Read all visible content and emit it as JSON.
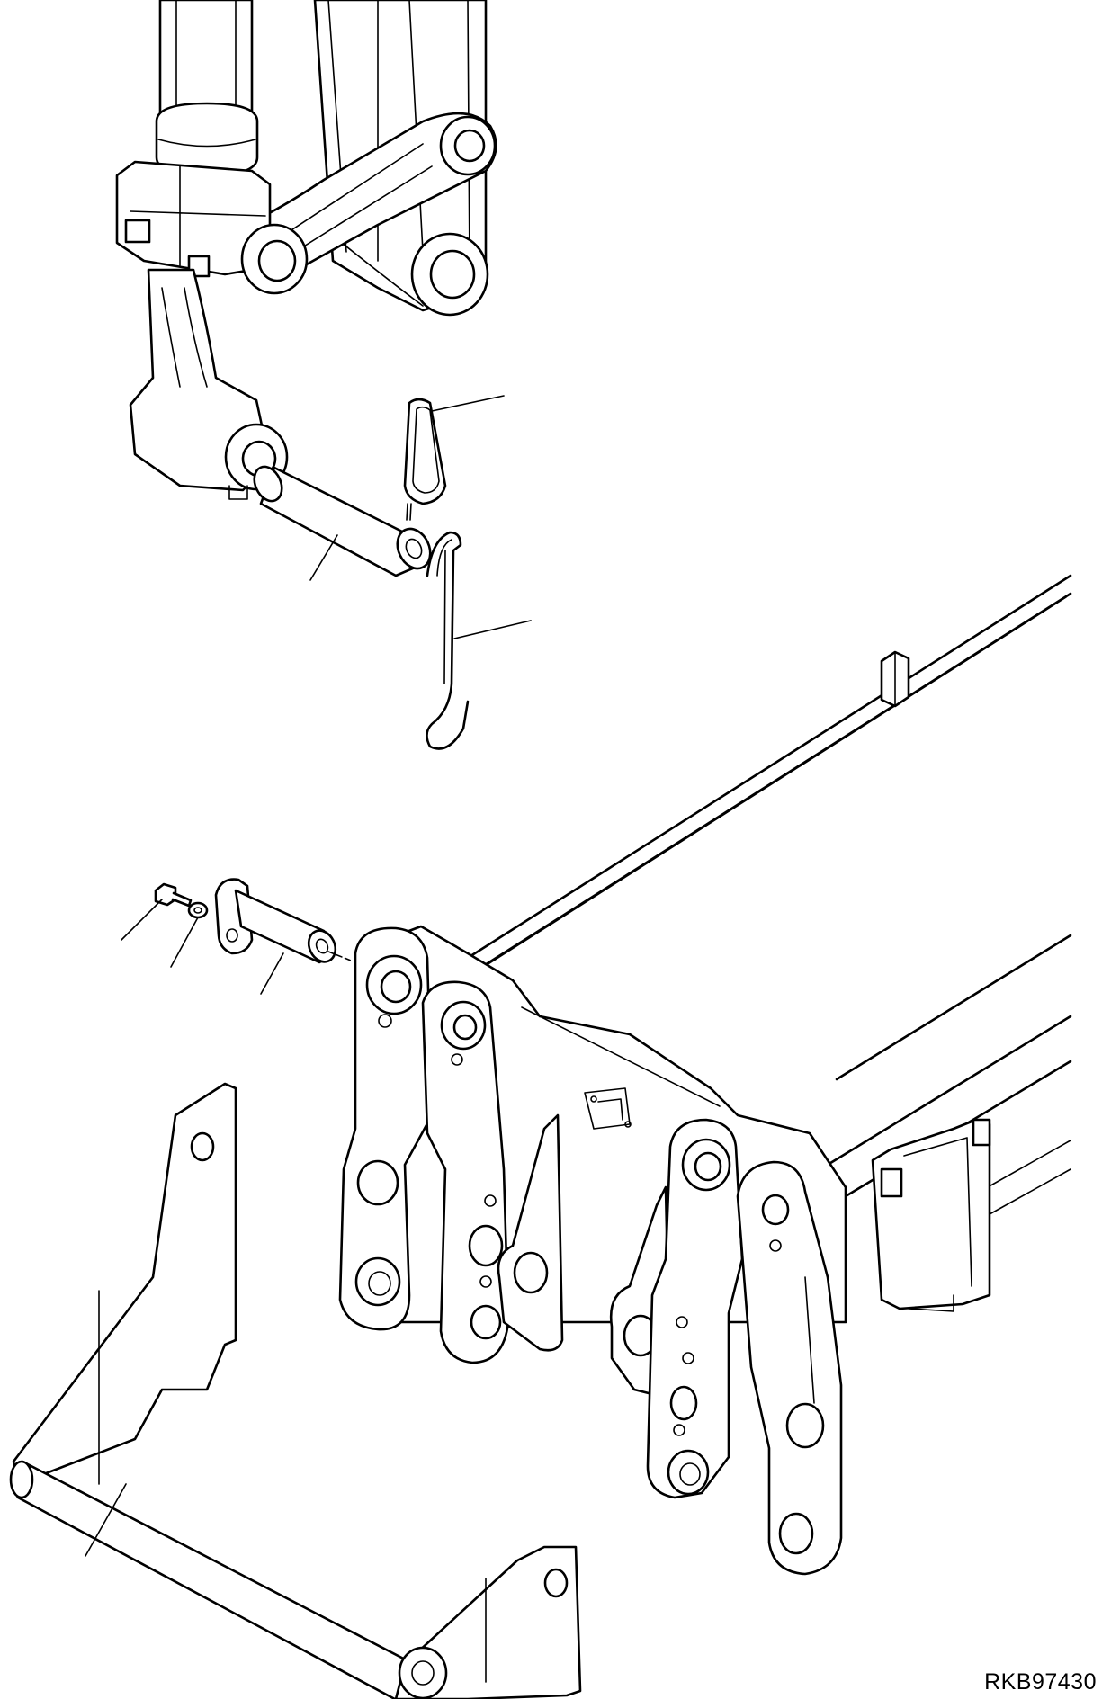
{
  "drawing": {
    "code": "RKB97430"
  },
  "parts": [
    {
      "name": "lift-cylinder-and-bellcrank",
      "icon": "cylinder-linkage-icon"
    },
    {
      "name": "link-pin",
      "icon": "pin-icon"
    },
    {
      "name": "lock-pin-clip",
      "icon": "clip-icon"
    },
    {
      "name": "retaining-hook-rod",
      "icon": "hook-rod-icon"
    },
    {
      "name": "flange-pin",
      "icon": "flange-pin-icon"
    },
    {
      "name": "bolt",
      "icon": "bolt-icon"
    },
    {
      "name": "washer",
      "icon": "washer-icon"
    },
    {
      "name": "boom-frame-bracket",
      "icon": "frame-icon"
    },
    {
      "name": "quick-coupler-bracket",
      "icon": "bracket-icon"
    }
  ]
}
